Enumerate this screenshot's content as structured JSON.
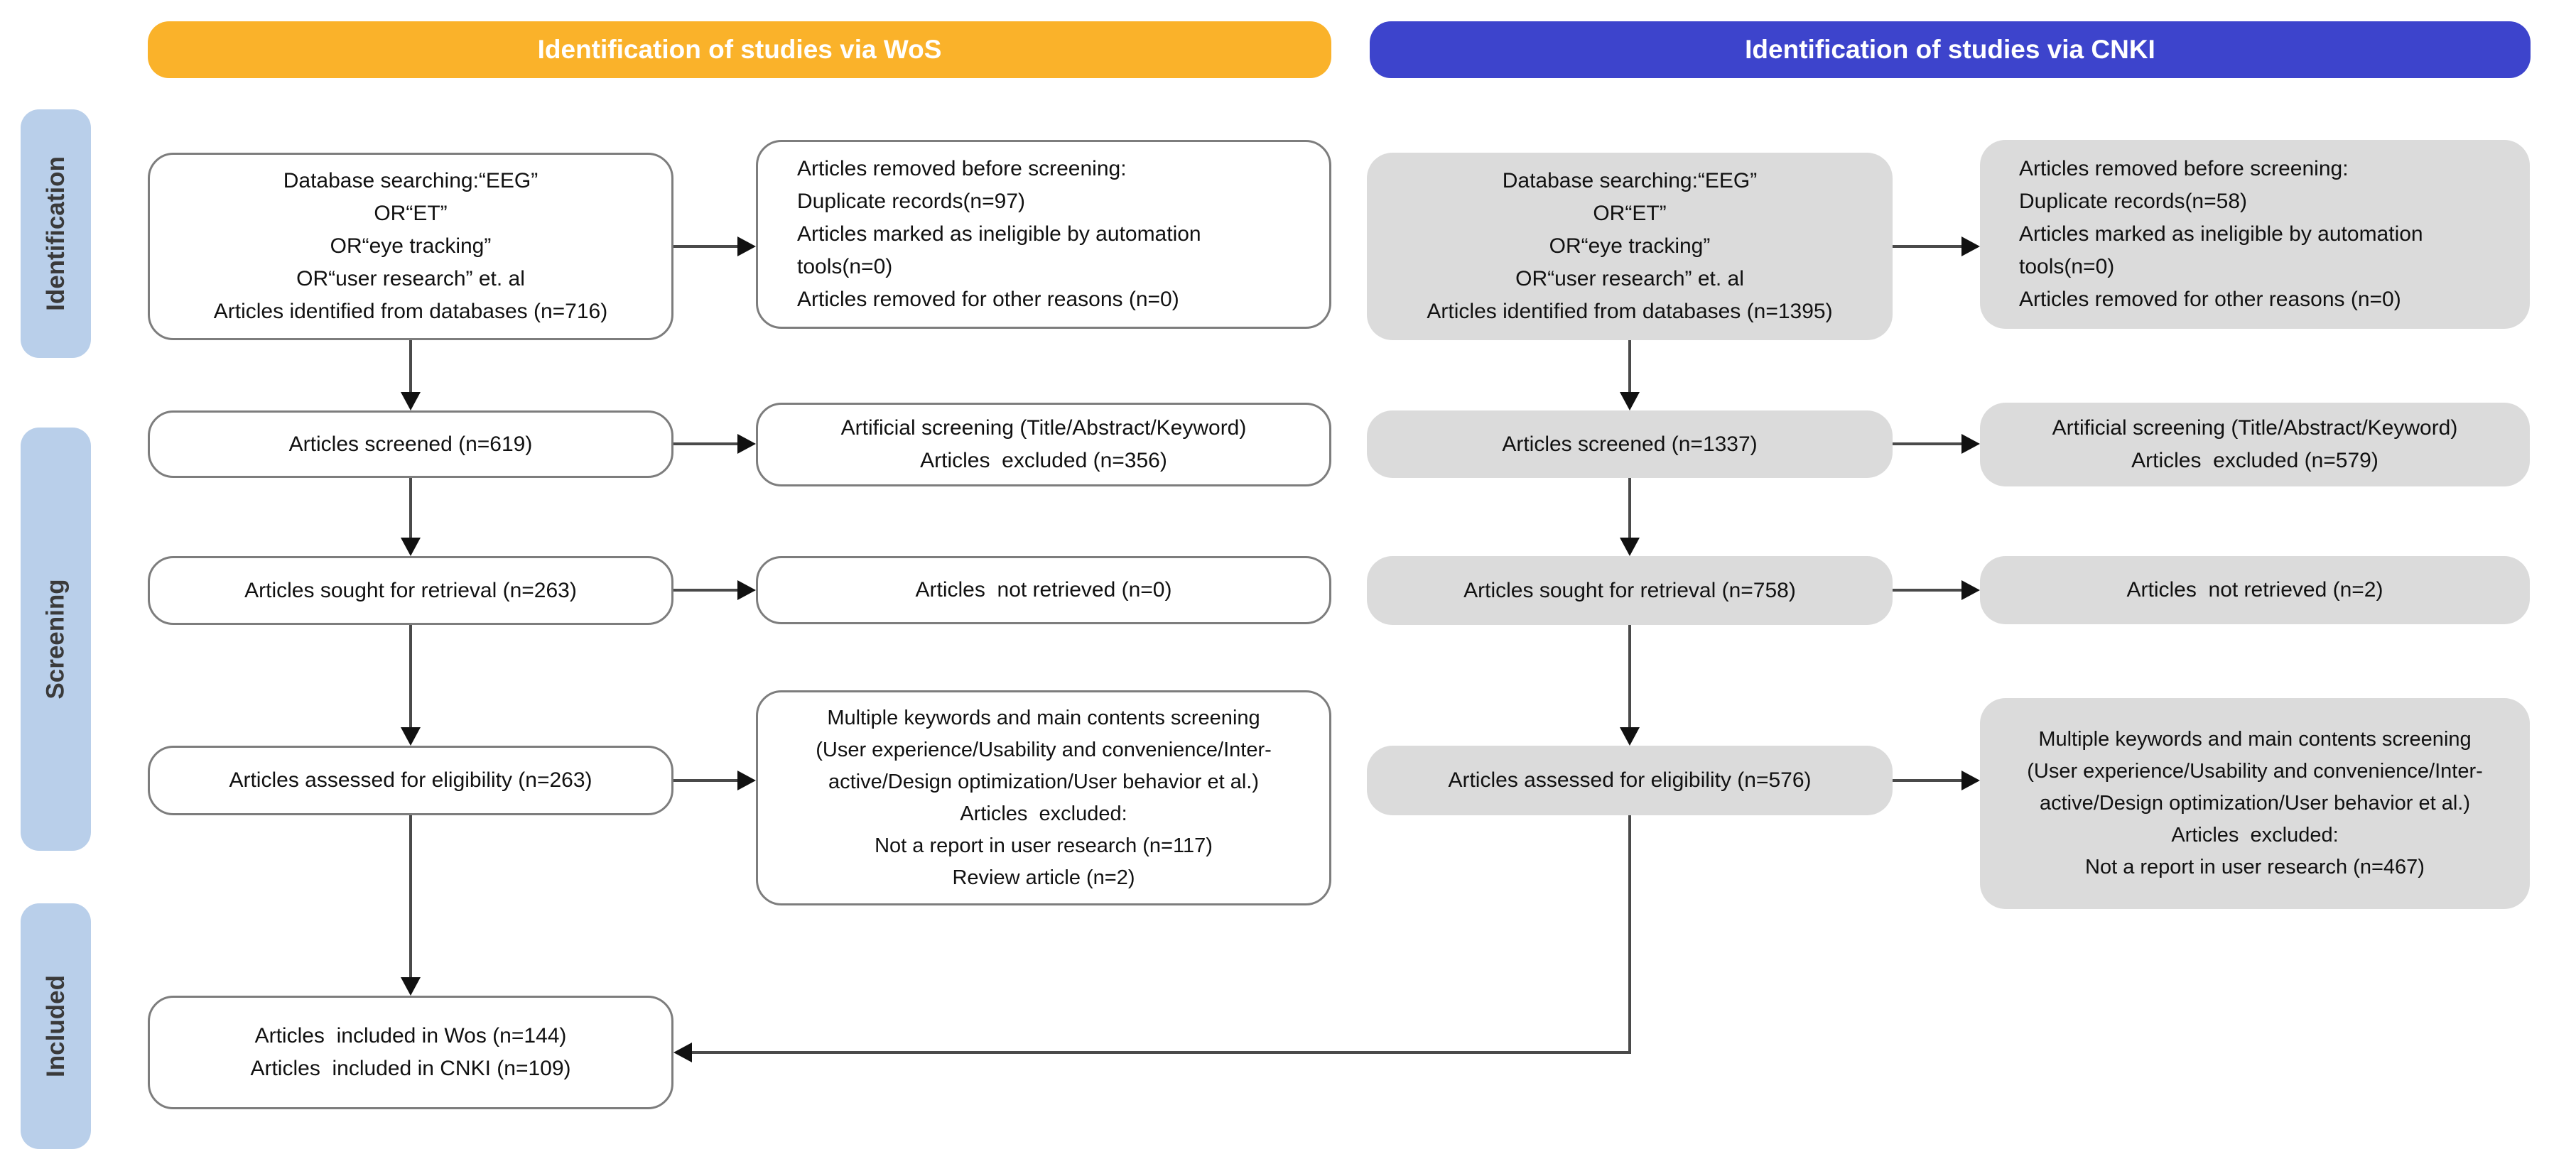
{
  "headers": {
    "wos": {
      "label": "Identification of studies via WoS",
      "color": "#FAB22A"
    },
    "cnki": {
      "label": "Identification of studies via CNKI",
      "color": "#3D44CC"
    }
  },
  "sidebar": {
    "color": "#B9CFEA",
    "stages": [
      {
        "label": "Identification"
      },
      {
        "label": "Screening"
      },
      {
        "label": "Included"
      }
    ]
  },
  "wos": {
    "identified": "Database searching:“EEG”\nOR“ET”\nOR“eye tracking”\nOR“user research” et. al\nArticles identified from databases (n=716)",
    "removed": "Articles removed before screening:\nDuplicate records(n=97)\nArticles marked as ineligible by automation\ntools(n=0)\nArticles removed for other reasons (n=0)",
    "screened": "Articles screened (n=619)",
    "artificial": "Artificial screening (Title/Abstract/Keyword)\nArticles  excluded (n=356)",
    "retrieval": "Articles sought for retrieval (n=263)",
    "not_retrieved": "Articles  not retrieved (n=0)",
    "eligibility": "Articles assessed for eligibility (n=263)",
    "excluded": "Multiple keywords and main contents screening\n(User experience/Usability and convenience/Inter-\nactive/Design optimization/User behavior et al.)\nArticles  excluded:\nNot a report in user research (n=117)\nReview article (n=2)"
  },
  "cnki": {
    "identified": "Database searching:“EEG”\nOR“ET”\nOR“eye tracking”\nOR“user research” et. al\nArticles identified from databases (n=1395)",
    "removed": "Articles removed before screening:\nDuplicate records(n=58)\nArticles marked as ineligible by automation\ntools(n=0)\nArticles removed for other reasons (n=0)",
    "screened": "Articles screened (n=1337)",
    "artificial": "Artificial screening (Title/Abstract/Keyword)\nArticles  excluded (n=579)",
    "retrieval": "Articles sought for retrieval (n=758)",
    "not_retrieved": "Articles  not retrieved (n=2)",
    "eligibility": "Articles assessed for eligibility (n=576)",
    "excluded": "Multiple keywords and main contents screening\n(User experience/Usability and convenience/Inter-\nactive/Design optimization/User behavior et al.)\nArticles  excluded:\nNot a report in user research (n=467)"
  },
  "included": "Articles  included in Wos (n=144)\nArticles  included in CNKI (n=109)"
}
